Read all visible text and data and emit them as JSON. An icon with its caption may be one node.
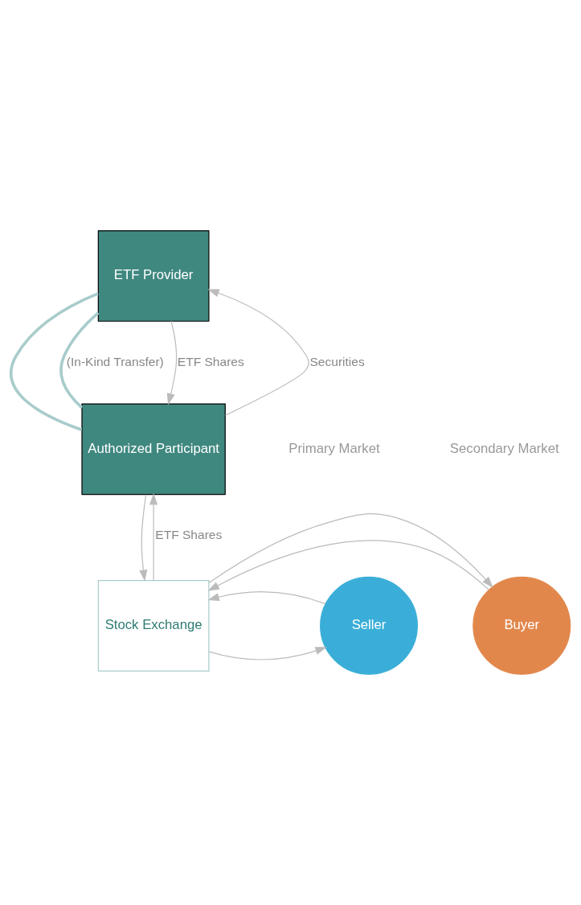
{
  "diagram": {
    "nodes": [
      {
        "text": [
          "ETF Provider"
        ]
      },
      {
        "text": [
          "Authorized Participant"
        ]
      },
      {
        "text": [
          "Stock Exchange"
        ]
      },
      {
        "text": [
          "Buyer"
        ]
      },
      {
        "text": [
          "Seller"
        ]
      }
    ],
    "edges": [
      {
        "from": 0,
        "to": 1,
        "arrow": "none",
        "style": "thick",
        "color": "#a8cccb"
      },
      {
        "from": 0,
        "to": 1,
        "arrow": "none",
        "style": "thick",
        "color": "#a8cccb",
        "label": "(In-Kind Transfer)"
      },
      {
        "from": 1,
        "to": 0,
        "arrow": "to",
        "label": "Securities"
      },
      {
        "from": 0,
        "to": 1,
        "arrow": "to",
        "label": "ETF Shares"
      },
      {
        "from": 2,
        "to": 1,
        "arrow": "to",
        "label": "ETF Shares"
      },
      {
        "from": 1,
        "to": 2,
        "arrow": "to"
      },
      {
        "from": 3,
        "to": 2,
        "arrow": "to"
      },
      {
        "from": 2,
        "to": 3,
        "arrow": "to"
      },
      {
        "from": 2,
        "to": 4,
        "arrow": "to"
      },
      {
        "from": 4,
        "to": 2,
        "arrow": "to"
      }
    ],
    "labels": [
      "Primary Market",
      "Secondary Market"
    ]
  }
}
